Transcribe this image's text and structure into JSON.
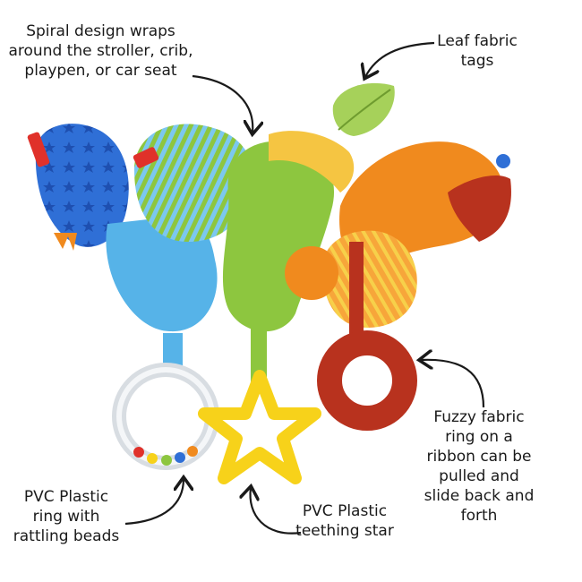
{
  "image": {
    "subject": "spiral plush baby activity toy",
    "background_color": "#ffffff",
    "colors": {
      "blue_segment": "#2f6fd6",
      "blue_stripe": "#56b3e8",
      "green_segment": "#8dc63f",
      "yellow_segment": "#f5c542",
      "orange_segment": "#f08a1e",
      "red_ring": "#b8321e",
      "star_yellow": "#f7d21a"
    }
  },
  "callouts": {
    "spiral": "Spiral design wraps\naround the stroller, crib,\nplaypen, or car seat",
    "leaf": "Leaf fabric\ntags",
    "fuzzy_ring": "Fuzzy fabric\nring on a\nribbon can be\npulled and\nslide back and\nforth",
    "pvc_ring": "PVC Plastic\nring with\nrattling beads",
    "star": "PVC Plastic\nteething star"
  }
}
